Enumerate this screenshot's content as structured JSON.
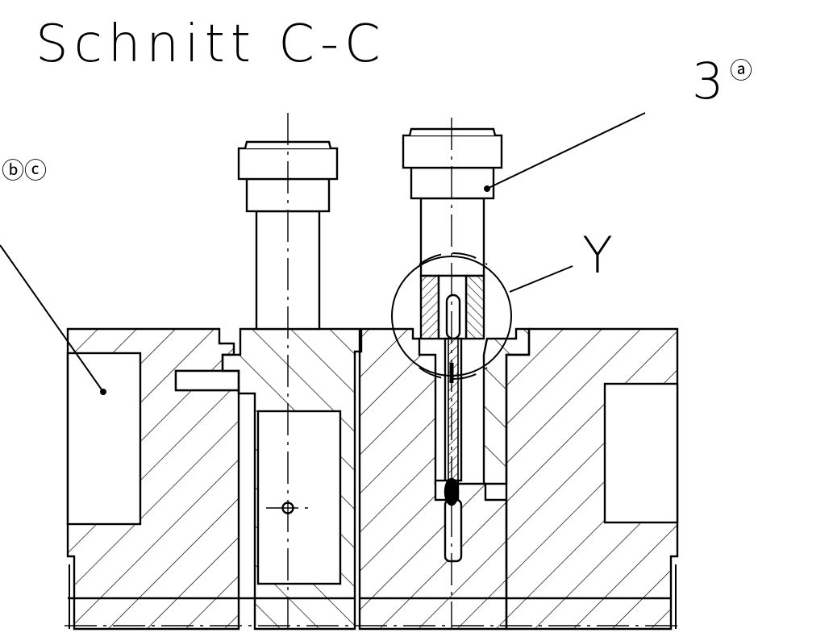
{
  "drawing": {
    "title": "Schnitt C-C",
    "callouts": {
      "part_number": "3",
      "part_suffix": "ⓐ",
      "detail_mark": "Y",
      "left_ref": "ⓑⓒ"
    }
  },
  "colors": {
    "line": "#000000",
    "background": "#ffffff"
  }
}
